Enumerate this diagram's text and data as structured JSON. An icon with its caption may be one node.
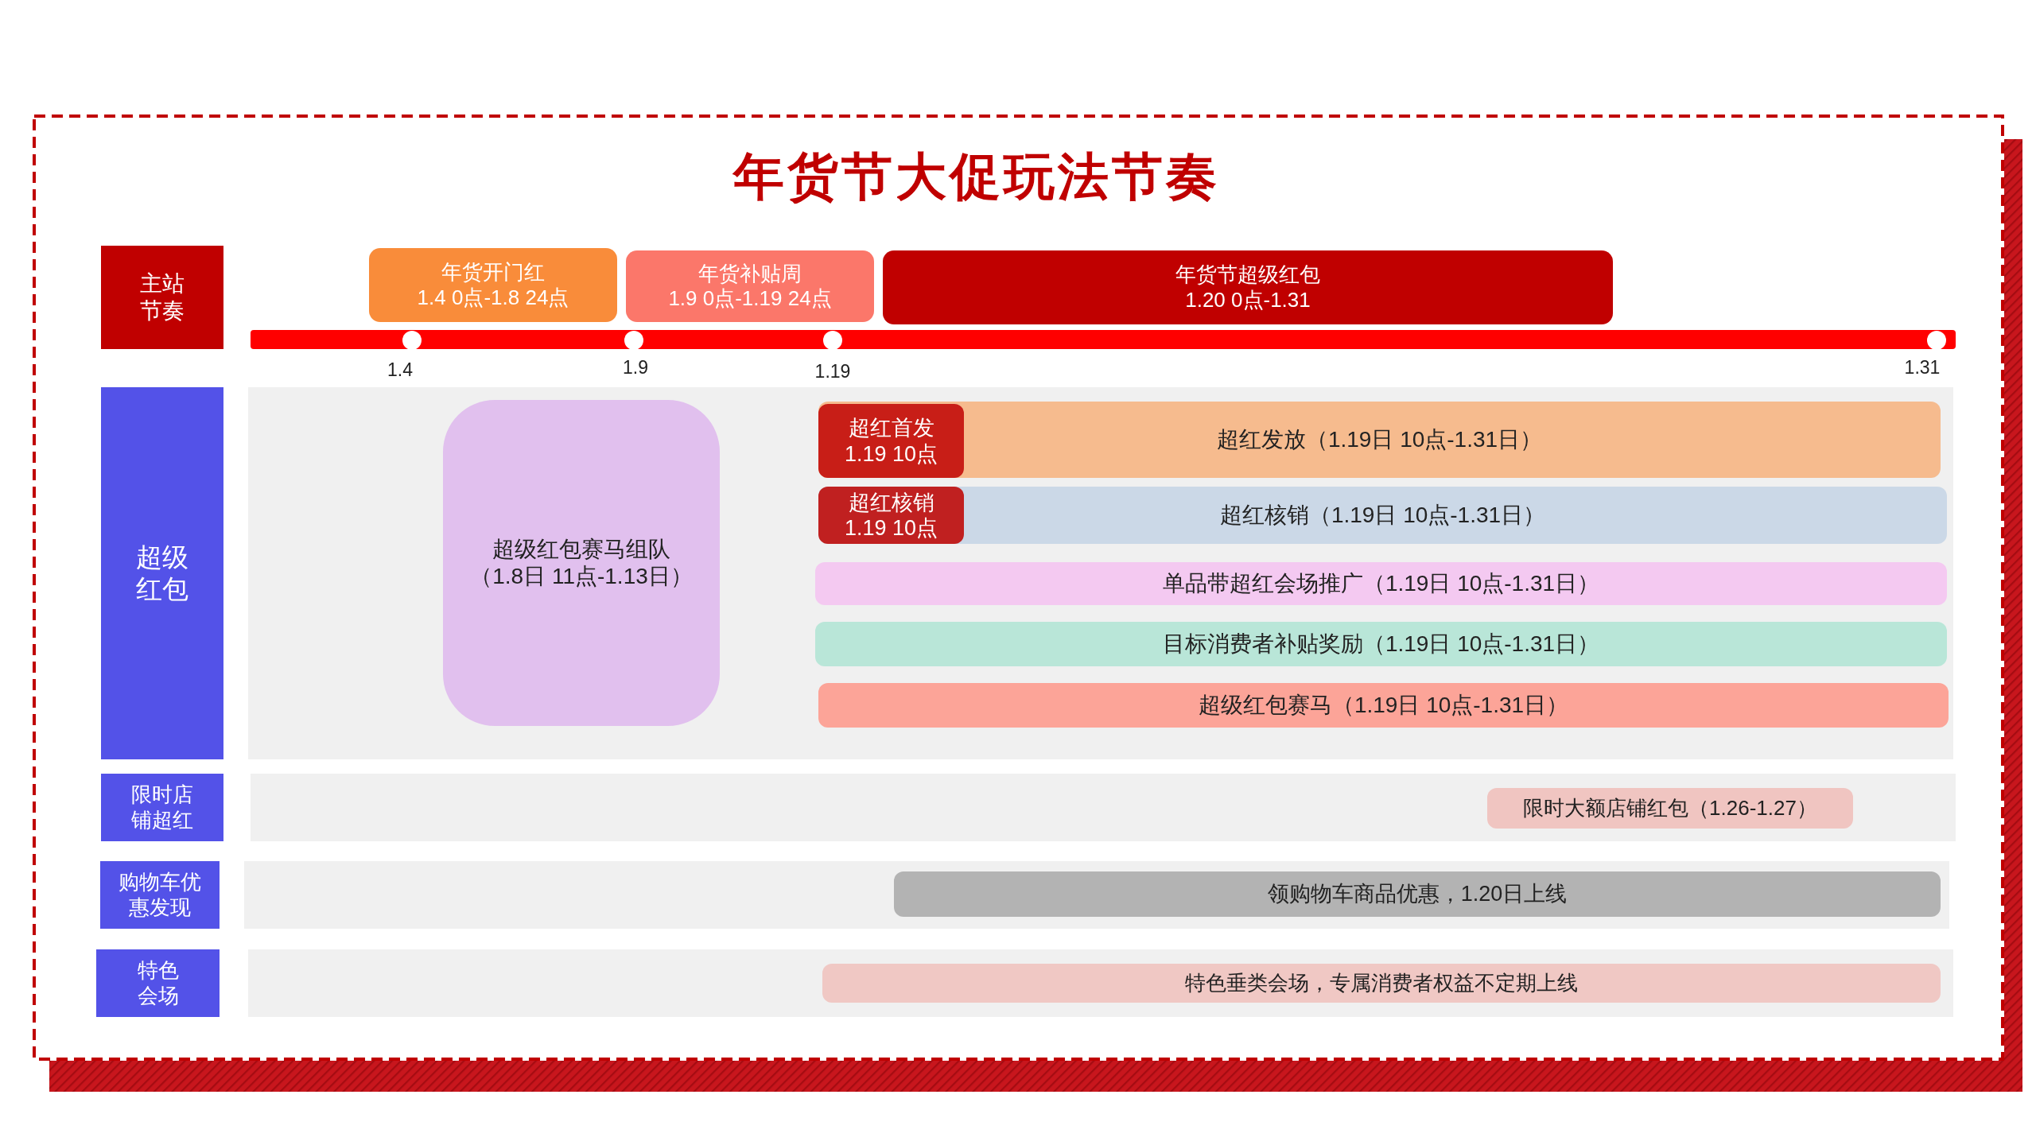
{
  "diagram": {
    "title": "年货节大促玩法节奏",
    "nodes": [
      {
        "text": [
          "主站节奏"
        ]
      },
      {
        "text": [
          "年货开门红",
          "1.4 0点-1.8 24点"
        ]
      },
      {
        "text": [
          "年货补贴周",
          "1.9 0点-1.19 24点"
        ]
      },
      {
        "text": [
          "年货节超级红包",
          "1.20 0点-1.31"
        ]
      },
      {
        "text": [
          "超级红包"
        ]
      },
      {
        "text": [],
        "shape": "box"
      },
      {
        "text": [
          "超级红包赛马组队",
          "（1.8日 11点-1.13日）"
        ],
        "in": 5
      },
      {
        "text": [
          "超红发放（1.19日 10点-1.31日）"
        ],
        "in": 5
      },
      {
        "text": [
          "超红首发",
          "1.19 10点"
        ],
        "in": 7
      },
      {
        "text": [
          "超红核销（1.19日 10点-1.31日）"
        ],
        "in": 5
      },
      {
        "text": [
          "超红核销",
          "1.19 10点"
        ],
        "in": 9
      },
      {
        "text": [
          "单品带超红会场推广（1.19日 10点-1.31日）"
        ],
        "in": 5
      },
      {
        "text": [
          "目标消费者补贴奖励（1.19日 10点-1.31日）"
        ],
        "in": 5
      },
      {
        "text": [
          "超级红包赛马（1.19日 10点-1.31日）"
        ],
        "in": 5
      },
      {
        "text": [
          "限时店铺超红"
        ]
      },
      {
        "text": [],
        "shape": "box"
      },
      {
        "text": [
          "限时大额店铺红包（1.26-1.27）"
        ],
        "in": 15
      },
      {
        "text": [
          "购物车优惠发现"
        ]
      },
      {
        "text": [],
        "shape": "box"
      },
      {
        "text": [
          "领购物车商品优惠，1.20日上线"
        ],
        "in": 18
      },
      {
        "text": [
          "特色会场"
        ]
      },
      {
        "text": [],
        "shape": "box"
      },
      {
        "text": [
          "特色垂类会场，专属消费者权益不定期上线"
        ],
        "in": 21
      }
    ],
    "labels": [
      "1.4",
      "1.9",
      "1.19",
      "1.31"
    ]
  }
}
